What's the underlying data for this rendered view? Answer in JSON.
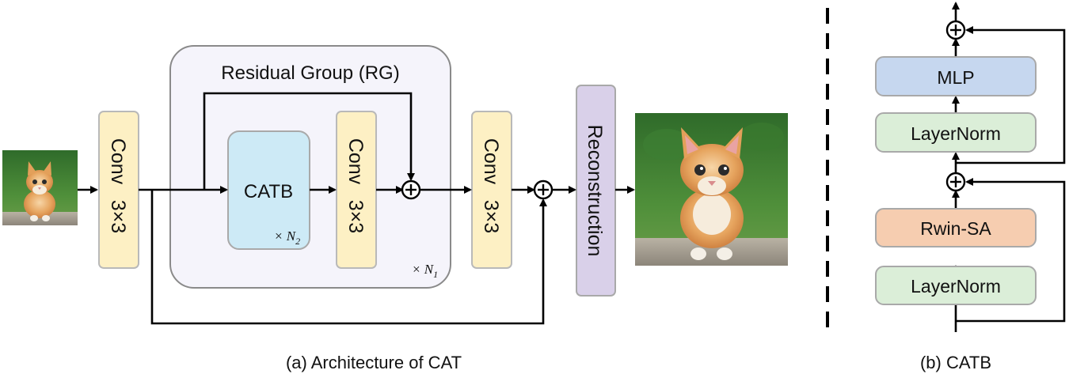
{
  "part_a": {
    "caption": "(a) Architecture of CAT",
    "conv_label": "Conv",
    "conv_kernel": "3×3",
    "rg_title": "Residual Group (RG)",
    "catb_label": "CATB",
    "repeat_n2": "× N",
    "repeat_n2_sub": "2",
    "repeat_n1": "× N",
    "repeat_n1_sub": "1",
    "reconstruction_label": "Reconstruction"
  },
  "part_b": {
    "caption": "(b) CATB",
    "blocks": [
      "MLP",
      "LayerNorm",
      "Rwin-SA",
      "LayerNorm"
    ]
  },
  "colors": {
    "conv_fill": "#fdf0c4",
    "rg_fill": "#f5f4fb",
    "catb_fill": "#cdeaf6",
    "reconstruction_fill": "#d9d0e9",
    "mlp_fill": "#c6d7ef",
    "layernorm_fill": "#dbeed8",
    "rwin_fill": "#f6cdb0"
  },
  "images": {
    "input": "small low-resolution kitten photo",
    "output": "large high-resolution kitten photo"
  }
}
